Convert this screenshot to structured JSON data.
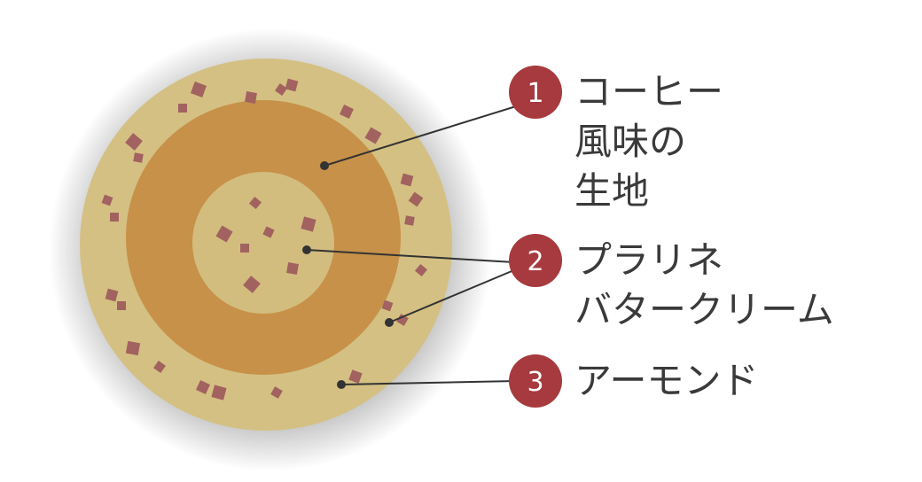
{
  "colors": {
    "outer_layer": "#d4c083",
    "middle_layer": "#c79149",
    "inner_core": "#d2bd7f",
    "speckle": "#a2625f",
    "badge": "#a63a3e",
    "leader_line": "#333333",
    "text": "#3a3a3a"
  },
  "items": [
    {
      "number": "1",
      "lines": [
        "コーヒー",
        "風味の",
        "生地"
      ]
    },
    {
      "number": "2",
      "lines": [
        "プラリネ",
        "バタークリーム"
      ]
    },
    {
      "number": "3",
      "lines": [
        "アーモンド"
      ]
    }
  ]
}
